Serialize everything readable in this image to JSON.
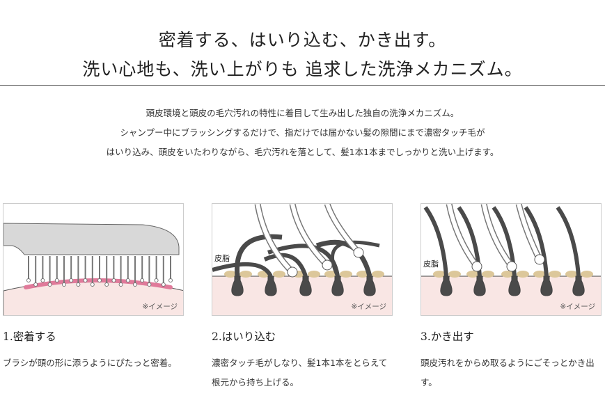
{
  "heading": {
    "line1": "密着する、はいり込む、かき出す。",
    "line2": "洗い心地も、洗い上がりも 追求した洗浄メカニズム。"
  },
  "lead": [
    "頭皮環境と頭皮の毛穴汚れの特性に着目して生み出した独自の洗浄メカニズム。",
    "シャンプー中にブラッシングするだけで、指だけでは届かない髪の隙間にまで濃密タッチ毛が",
    "はいり込み、頭皮をいたわりながら、毛穴汚れを落として、髪1本1本までしっかりと洗い上げます。"
  ],
  "steps": [
    {
      "title": "1.密着する",
      "desc": "ブラシが頭の形に添うようにぴたっと密着。",
      "note": "※イメージ"
    },
    {
      "title": "2.はいり込む",
      "desc": "濃密タッチ毛がしなり、髪1本1本をとらえて根元から持ち上げる。",
      "note": "※イメージ",
      "label": "皮脂"
    },
    {
      "title": "3.かき出す",
      "desc": "頭皮汚れをからめ取るようにごそっとかき出す。",
      "note": "※イメージ",
      "label": "皮脂"
    }
  ],
  "colors": {
    "skin": "#f9e6e4",
    "pink": "#e07a9a",
    "hair": "#4a4a4a",
    "sebum": "#dcc79a",
    "brush": "#d8d8d8"
  }
}
